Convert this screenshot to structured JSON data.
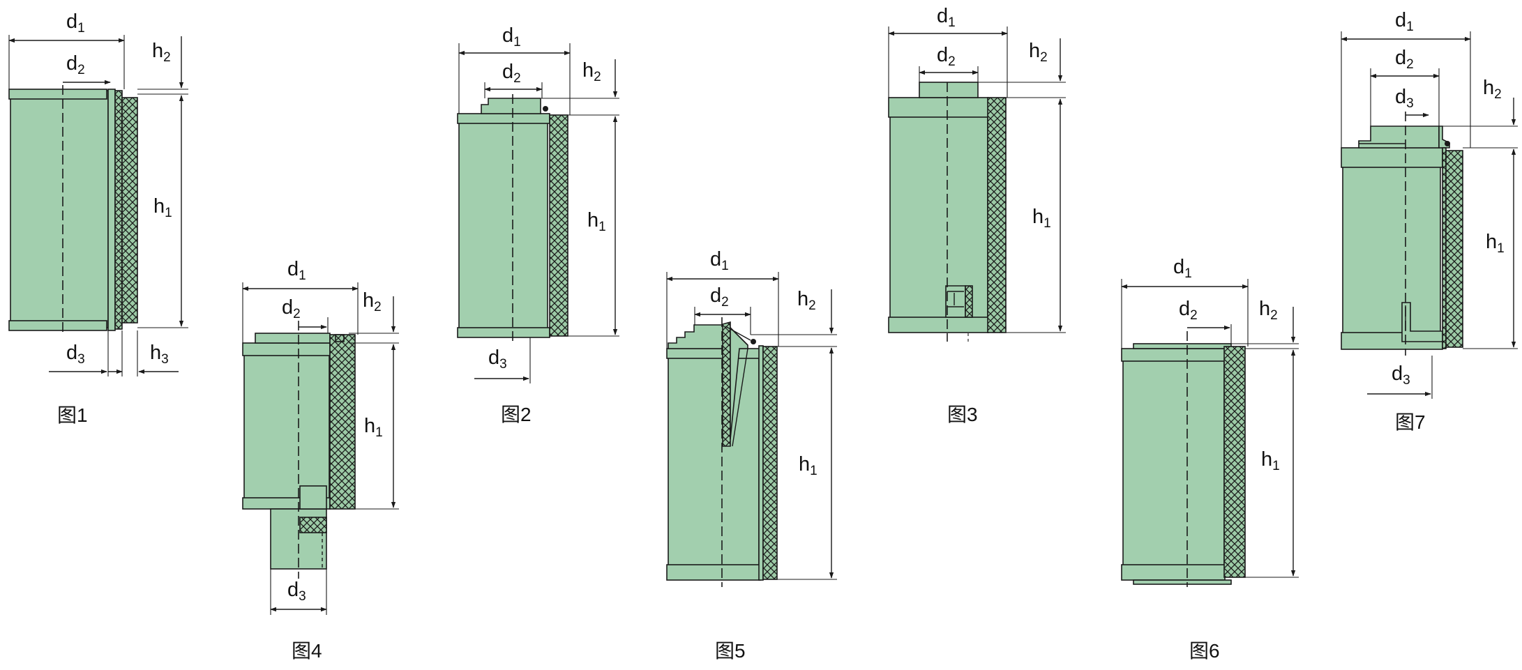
{
  "colors": {
    "body_fill": "#a2cfae",
    "mesh_fill": "#9ccaa6",
    "line": "#1a1a1a",
    "background": "#ffffff"
  },
  "figures": [
    {
      "id": "fig1",
      "caption": "图1",
      "dims": {
        "d1": "d",
        "d1_sub": "1",
        "d2": "d",
        "d2_sub": "2",
        "d3": "d",
        "d3_sub": "3",
        "h1": "h",
        "h1_sub": "1",
        "h2": "h",
        "h2_sub": "2",
        "h3": "h",
        "h3_sub": "3"
      }
    },
    {
      "id": "fig2",
      "caption": "图2",
      "dims": {
        "d1": "d",
        "d1_sub": "1",
        "d2": "d",
        "d2_sub": "2",
        "d3": "d",
        "d3_sub": "3",
        "h1": "h",
        "h1_sub": "1",
        "h2": "h",
        "h2_sub": "2"
      }
    },
    {
      "id": "fig3",
      "caption": "图3",
      "dims": {
        "d1": "d",
        "d1_sub": "1",
        "d2": "d",
        "d2_sub": "2",
        "h1": "h",
        "h1_sub": "1",
        "h2": "h",
        "h2_sub": "2"
      }
    },
    {
      "id": "fig4",
      "caption": "图4",
      "dims": {
        "d1": "d",
        "d1_sub": "1",
        "d2": "d",
        "d2_sub": "2",
        "d3": "d",
        "d3_sub": "3",
        "h1": "h",
        "h1_sub": "1",
        "h2": "h",
        "h2_sub": "2"
      }
    },
    {
      "id": "fig5",
      "caption": "图5",
      "dims": {
        "d1": "d",
        "d1_sub": "1",
        "d2": "d",
        "d2_sub": "2",
        "h1": "h",
        "h1_sub": "1",
        "h2": "h",
        "h2_sub": "2"
      }
    },
    {
      "id": "fig6",
      "caption": "图6",
      "dims": {
        "d1": "d",
        "d1_sub": "1",
        "d2": "d",
        "d2_sub": "2",
        "h1": "h",
        "h1_sub": "1",
        "h2": "h",
        "h2_sub": "2"
      }
    },
    {
      "id": "fig7",
      "caption": "图7",
      "dims": {
        "d1": "d",
        "d1_sub": "1",
        "d2": "d",
        "d2_sub": "2",
        "d3": "d",
        "d3_sub": "3",
        "h1": "h",
        "h1_sub": "1",
        "h2": "h",
        "h2_sub": "2"
      }
    }
  ]
}
